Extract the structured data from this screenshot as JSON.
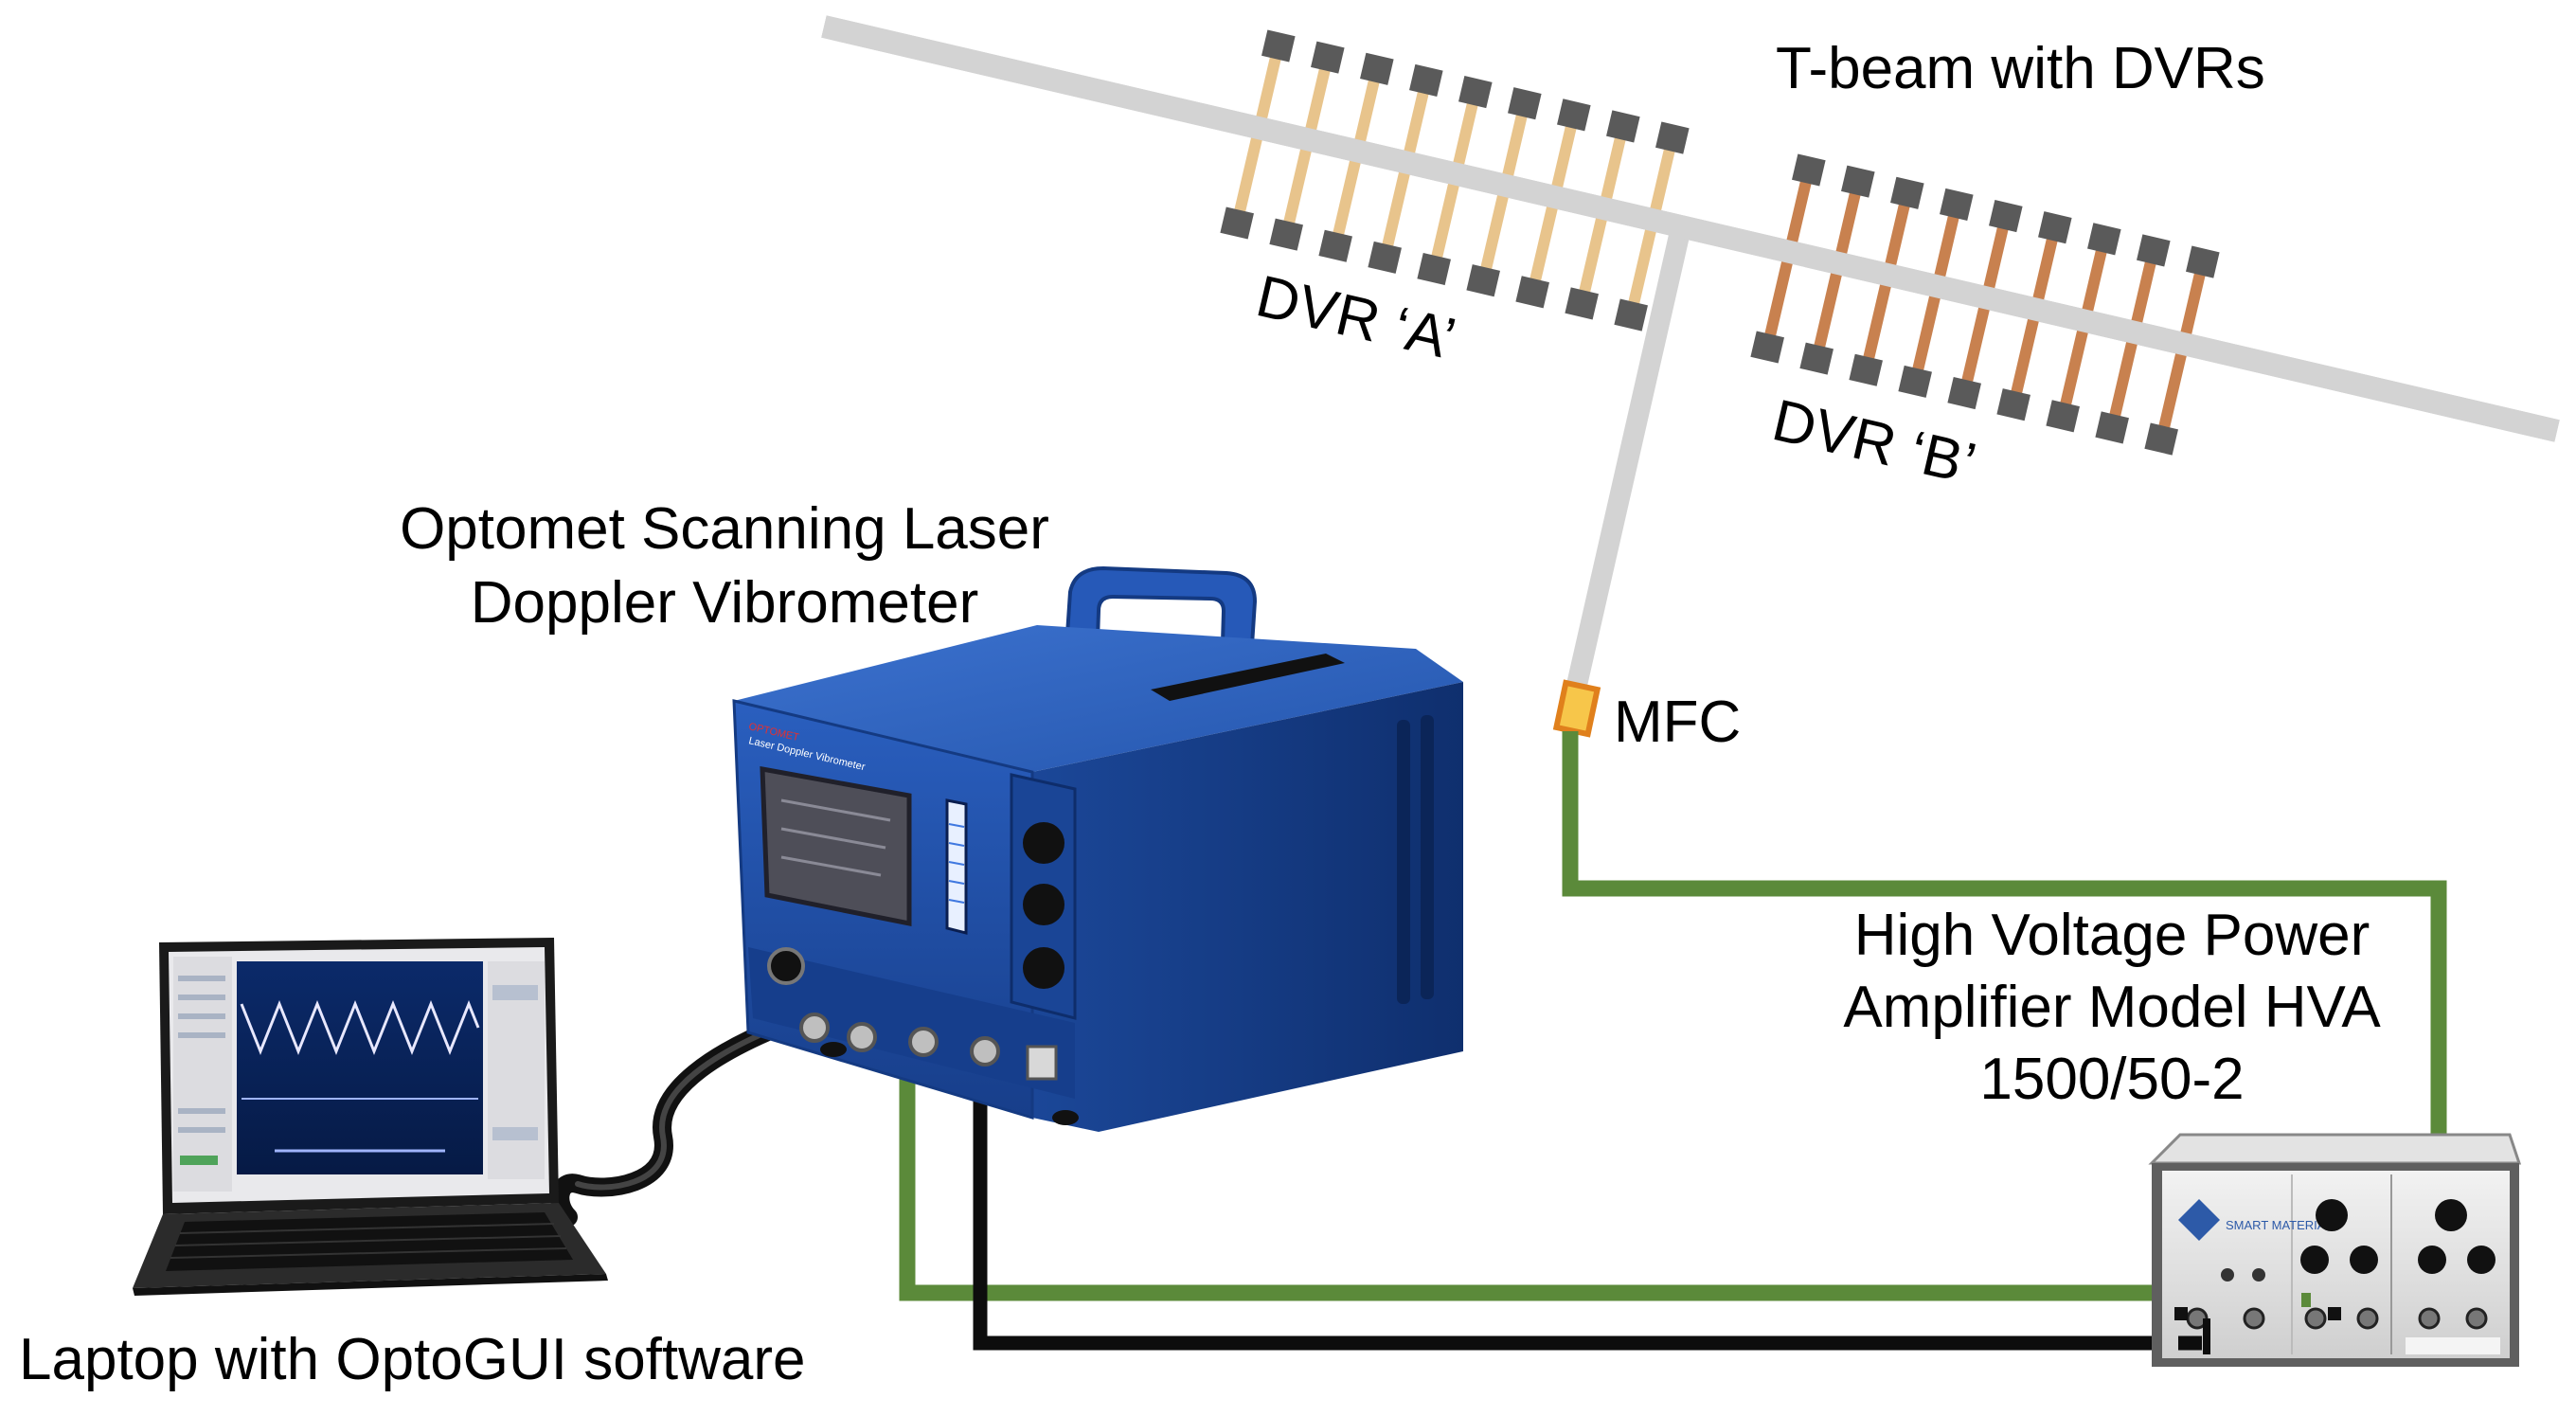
{
  "labels": {
    "tbeam": "T-beam with DVRs",
    "dvr_a": "DVR ‘A’",
    "dvr_b": "DVR ‘B’",
    "vibrometer_line1": "Optomet Scanning Laser",
    "vibrometer_line2": "Doppler Vibrometer",
    "mfc": "MFC",
    "amplifier_line1": "High Voltage Power",
    "amplifier_line2": "Amplifier Model HVA",
    "amplifier_line3": "1500/50-2",
    "laptop": "Laptop with OptoGUI software"
  },
  "device_text": {
    "vibrometer_brand": "OPTOMET",
    "vibrometer_panel": "Laser Doppler Vibrometer",
    "amplifier_brand": "SMART MATERIAL"
  },
  "colors": {
    "beam": "#d3d3d3",
    "dvr_a_rod": "#e8c48c",
    "dvr_b_rod": "#c8814f",
    "dvr_block": "#5a5a5a",
    "mfc_fill": "#f7c64a",
    "mfc_stroke": "#e0801c",
    "green_wire": "#5b8a3a",
    "black_wire": "#0d0d0d",
    "vibrometer_body": "#1f4fa6"
  }
}
